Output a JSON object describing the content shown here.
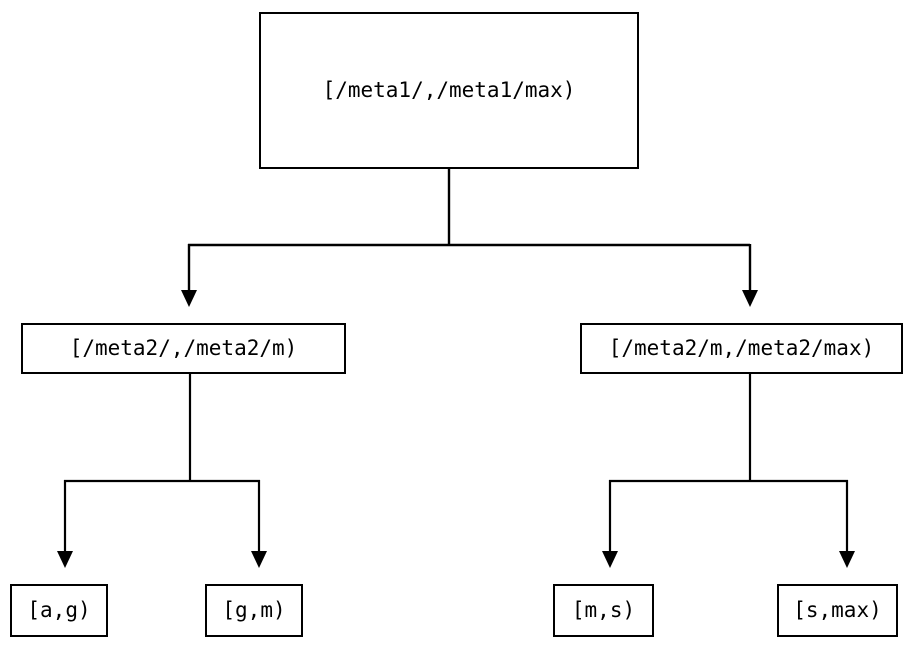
{
  "diagram": {
    "type": "tree",
    "title": "",
    "background_color": "#ffffff",
    "line_color": "#000000",
    "text_color": "#000000",
    "nodes": {
      "root": {
        "label": "[/meta1/,/meta1/max)",
        "level": 0
      },
      "meta2_low": {
        "label": "[/meta2/,/meta2/m)",
        "level": 1
      },
      "meta2_high": {
        "label": "[/meta2/m,/meta2/max)",
        "level": 1
      },
      "leaf_ag": {
        "label": "[a,g)",
        "level": 2
      },
      "leaf_gm": {
        "label": "[g,m)",
        "level": 2
      },
      "leaf_ms": {
        "label": "[m,s)",
        "level": 2
      },
      "leaf_smax": {
        "label": "[s,max)",
        "level": 2
      }
    },
    "edges": [
      {
        "from": "root",
        "to": "meta2_low",
        "arrow": "triangle"
      },
      {
        "from": "root",
        "to": "meta2_high",
        "arrow": "triangle"
      },
      {
        "from": "meta2_low",
        "to": "leaf_ag",
        "arrow": "triangle"
      },
      {
        "from": "meta2_low",
        "to": "leaf_gm",
        "arrow": "triangle"
      },
      {
        "from": "meta2_high",
        "to": "leaf_ms",
        "arrow": "triangle"
      },
      {
        "from": "meta2_high",
        "to": "leaf_smax",
        "arrow": "triangle"
      }
    ]
  }
}
